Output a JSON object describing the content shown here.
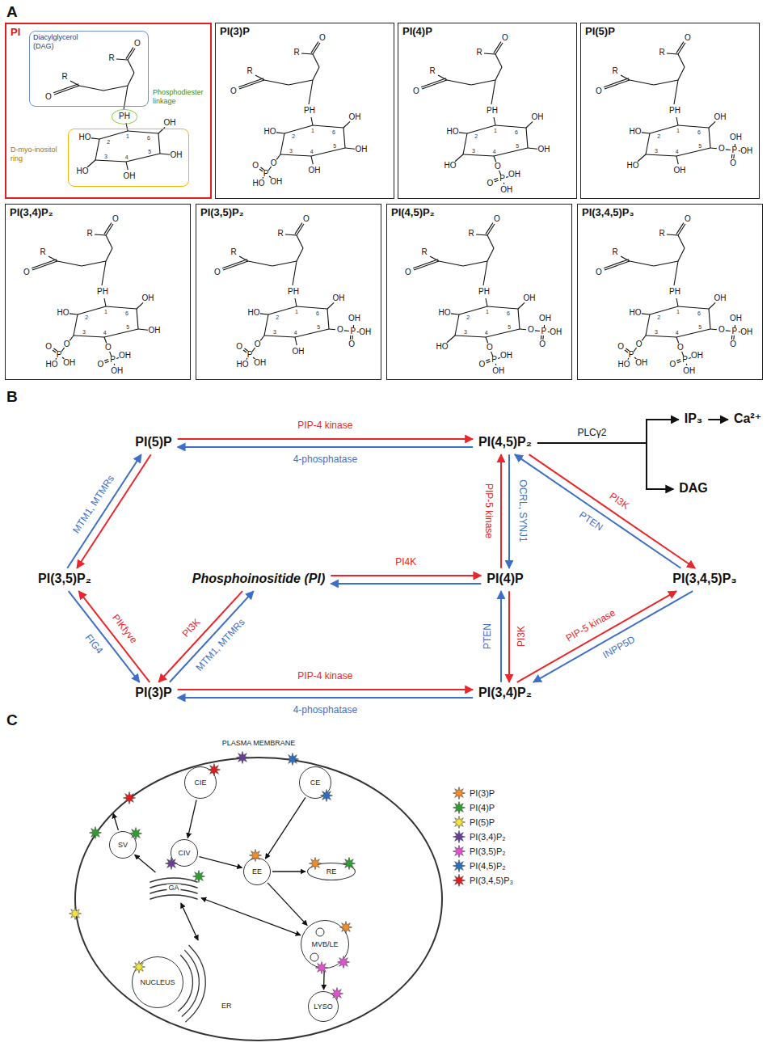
{
  "diagram": {
    "nodes": [
      {
        "text": [
          "PI"
        ]
      },
      {
        "text": [
          "Diacylglycerol (DAG)"
        ],
        "in": 0
      },
      {
        "text": [
          "Phosphodiester linkage"
        ],
        "in": 0
      },
      {
        "text": [
          "D-myo-inositol ring"
        ],
        "in": 0
      },
      {
        "text": [
          "PI(3)P"
        ]
      },
      {
        "text": [
          "PI(4)P"
        ]
      },
      {
        "text": [
          "PI(5)P"
        ]
      },
      {
        "text": [
          "PI(3,4)P₂"
        ]
      },
      {
        "text": [
          "PI(3,5)P₂"
        ]
      },
      {
        "text": [
          "PI(4,5)P₂"
        ]
      },
      {
        "text": [
          "PI(3,4,5)P₃"
        ]
      },
      {
        "text": [
          "PI(5)P"
        ]
      },
      {
        "text": [
          "PI(4,5)P₂"
        ]
      },
      {
        "text": [
          "IP₃"
        ]
      },
      {
        "text": [
          "Ca²⁺"
        ]
      },
      {
        "text": [
          "DAG"
        ]
      },
      {
        "text": [
          "PI(3,5)P₂"
        ]
      },
      {
        "text": [
          "Phosphoinositide (PI)"
        ]
      },
      {
        "text": [
          "PI(4)P"
        ]
      },
      {
        "text": [
          "PI(3,4,5)P₃"
        ]
      },
      {
        "text": [
          "PI(3)P"
        ]
      },
      {
        "text": [
          "PI(3,4)P₂"
        ]
      },
      {
        "text": [
          "PLASMA MEMBRANE"
        ]
      },
      {
        "text": [
          "CIE"
        ],
        "in": 22
      },
      {
        "text": [
          "CE"
        ],
        "in": 22
      },
      {
        "text": [
          "SV"
        ],
        "in": 22
      },
      {
        "text": [
          "CIV"
        ],
        "in": 22
      },
      {
        "text": [
          "EE"
        ],
        "in": 22
      },
      {
        "text": [
          "RE"
        ],
        "in": 22
      },
      {
        "text": [
          "GA"
        ],
        "in": 22
      },
      {
        "text": [
          "MVB/LE"
        ],
        "in": 22
      },
      {
        "text": [
          "NUCLEUS"
        ],
        "in": 22
      },
      {
        "text": [
          "ER"
        ],
        "in": 22
      },
      {
        "text": [
          "LYSO"
        ],
        "in": 22
      }
    ],
    "edges": [
      {
        "from": 11,
        "to": 12,
        "label": "PIP-4 kinase",
        "arrow": "to"
      },
      {
        "from": 12,
        "to": 11,
        "label": "4-phosphatase",
        "arrow": "to"
      },
      {
        "from": 16,
        "to": 11,
        "label": "MTM1, MTMRs",
        "arrow": "to"
      },
      {
        "from": 11,
        "to": 16,
        "arrow": "to"
      },
      {
        "from": 20,
        "to": 16,
        "label": "PIKfyve",
        "arrow": "to"
      },
      {
        "from": 16,
        "to": 20,
        "label": "FIG4",
        "arrow": "to"
      },
      {
        "from": 17,
        "to": 20,
        "label": "PI3K",
        "arrow": "to"
      },
      {
        "from": 20,
        "to": 17,
        "label": "MTM1, MTMRs",
        "arrow": "to"
      },
      {
        "from": 17,
        "to": 18,
        "label": "PI4K",
        "arrow": "to"
      },
      {
        "from": 18,
        "to": 17,
        "arrow": "to"
      },
      {
        "from": 18,
        "to": 12,
        "label": "PIP-5 kinase",
        "arrow": "to"
      },
      {
        "from": 12,
        "to": 18,
        "label": "OCRL, SYNJ1",
        "arrow": "to"
      },
      {
        "from": 12,
        "to": 19,
        "label": "PI3K",
        "arrow": "to"
      },
      {
        "from": 19,
        "to": 12,
        "label": "PTEN",
        "arrow": "to"
      },
      {
        "from": 21,
        "to": 19,
        "label": "PIP-5 kinase",
        "arrow": "to"
      },
      {
        "from": 19,
        "to": 21,
        "label": "INPP5D",
        "arrow": "to"
      },
      {
        "from": 18,
        "to": 21,
        "label": "PI3K",
        "arrow": "to"
      },
      {
        "from": 21,
        "to": 18,
        "label": "PTEN",
        "arrow": "to"
      },
      {
        "from": 20,
        "to": 21,
        "label": "PIP-4 kinase",
        "arrow": "to"
      },
      {
        "from": 21,
        "to": 20,
        "label": "4-phosphatase",
        "arrow": "to"
      },
      {
        "from": 12,
        "to": 13,
        "label": "PLCγ2",
        "arrow": "to"
      },
      {
        "from": 12,
        "to": 15,
        "arrow": "to"
      },
      {
        "from": 13,
        "to": 14,
        "arrow": "to"
      },
      {
        "from": 23,
        "to": 26,
        "arrow": "to"
      },
      {
        "from": 26,
        "to": 27,
        "arrow": "to"
      },
      {
        "from": 24,
        "to": 27,
        "arrow": "to"
      },
      {
        "from": 27,
        "to": 28,
        "arrow": "to"
      },
      {
        "from": 27,
        "to": 30,
        "arrow": "to"
      },
      {
        "from": 30,
        "to": 33,
        "arrow": "to"
      },
      {
        "from": 29,
        "to": 30,
        "arrow": "both"
      },
      {
        "from": 29,
        "to": 25,
        "arrow": "to"
      },
      {
        "from": 25,
        "to": 22,
        "arrow": "to"
      },
      {
        "from": 32,
        "to": 29,
        "arrow": "both"
      }
    ],
    "labels": [
      "A",
      "R",
      "O",
      "R",
      "O",
      "PH",
      "1",
      "2",
      "3",
      "4",
      "5",
      "6",
      "HO",
      "HO",
      "OH",
      "OH",
      "OH",
      "R",
      "O",
      "R",
      "O",
      "PH",
      "1",
      "2",
      "3",
      "4",
      "5",
      "6",
      "HO",
      "O",
      "P",
      "HO",
      "OH",
      "O",
      "OH",
      "OH",
      "OH",
      "R",
      "O",
      "R",
      "O",
      "PH",
      "1",
      "2",
      "3",
      "4",
      "5",
      "6",
      "HO",
      "HO",
      "O",
      "P",
      "OH",
      "OH",
      "O",
      "OH",
      "OH",
      "R",
      "O",
      "R",
      "O",
      "PH",
      "1",
      "2",
      "3",
      "4",
      "5",
      "6",
      "HO",
      "HO",
      "OH",
      "O",
      "P",
      "OH",
      "OH",
      "O",
      "OH",
      "R",
      "O",
      "R",
      "O",
      "PH",
      "1",
      "2",
      "3",
      "4",
      "5",
      "6",
      "HO",
      "O",
      "P",
      "HO",
      "OH",
      "O",
      "O",
      "P",
      "OH",
      "OH",
      "O",
      "OH",
      "OH",
      "R",
      "O",
      "R",
      "O",
      "PH",
      "1",
      "2",
      "3",
      "4",
      "5",
      "6",
      "HO",
      "O",
      "P",
      "HO",
      "OH",
      "O",
      "OH",
      "O",
      "P",
      "OH",
      "OH",
      "O",
      "OH",
      "R",
      "O",
      "R",
      "O",
      "PH",
      "1",
      "2",
      "3",
      "4",
      "5",
      "6",
      "HO",
      "HO",
      "O",
      "P",
      "OH",
      "OH",
      "O",
      "O",
      "P",
      "OH",
      "OH",
      "O",
      "OH",
      "R",
      "O",
      "R",
      "O",
      "PH",
      "1",
      "2",
      "3",
      "4",
      "5",
      "6",
      "HO",
      "O",
      "P",
      "HO",
      "OH",
      "O",
      "O",
      "P",
      "OH",
      "OH",
      "O",
      "O",
      "P",
      "OH",
      "OH",
      "O",
      "OH",
      "B",
      "C"
    ],
    "legend": [
      {
        "text": "PI(3)P",
        "color": "#f28c28"
      },
      {
        "text": "PI(4)P",
        "color": "#2ca02c"
      },
      {
        "text": "PI(5)P",
        "color": "#f2e33a"
      },
      {
        "text": "PI(3,4)P₂",
        "color": "#6a3d9a"
      },
      {
        "text": "PI(3,5)P₂",
        "color": "#e64fd4"
      },
      {
        "text": "PI(4,5)P₂",
        "color": "#2a6fbe"
      },
      {
        "text": "PI(3,4,5)P₃",
        "color": "#e31a1c"
      }
    ]
  }
}
